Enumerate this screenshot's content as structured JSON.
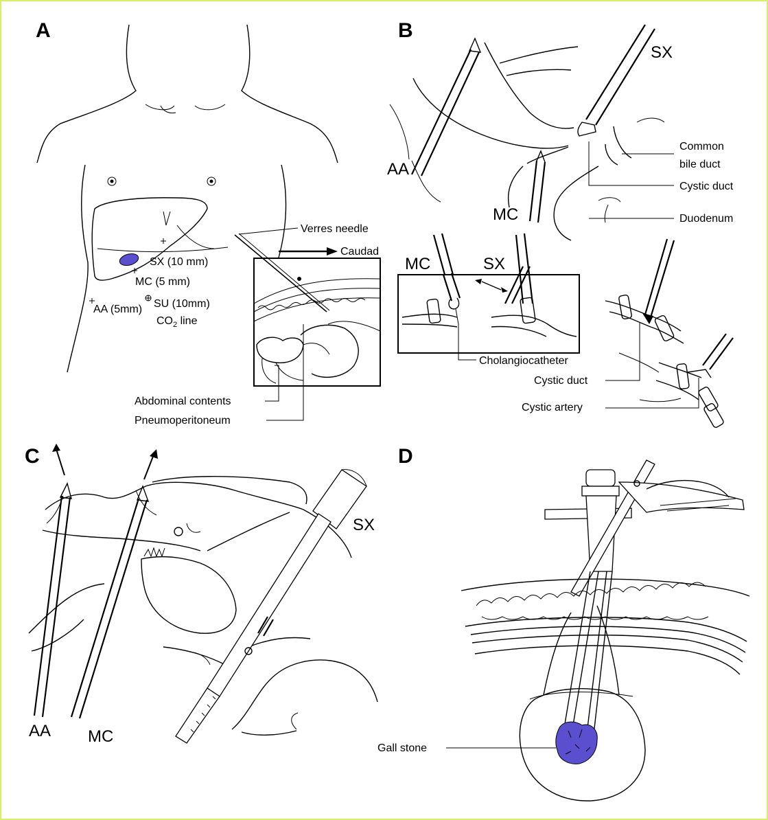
{
  "panels": {
    "a": {
      "letter": "A",
      "ports": {
        "sx": "SX (10 mm)",
        "mc": "MC (5 mm)",
        "aa": "AA (5mm)",
        "su": "SU (10mm)",
        "co2": "CO",
        "co2_sub": "2",
        "co2_line": " line"
      },
      "inset": {
        "verres_needle": "Verres needle",
        "caudad": "Caudad",
        "abdominal_contents": "Abdominal contents",
        "pneumoperitoneum": "Pneumoperitoneum"
      }
    },
    "b": {
      "letter": "B",
      "tools": {
        "sx": "SX",
        "aa": "AA",
        "mc": "MC"
      },
      "labels": {
        "common_bile_duct_1": "Common",
        "common_bile_duct_2": "bile duct",
        "cystic_duct": "Cystic duct",
        "duodenum": "Duodenum"
      },
      "inset": {
        "mc": "MC",
        "sx": "SX",
        "cholangiocatheter": "Cholangiocatheter",
        "cystic_duct": "Cystic duct",
        "cystic_artery": "Cystic artery"
      }
    },
    "c": {
      "letter": "C",
      "tools": {
        "aa": "AA",
        "mc": "MC",
        "sx": "SX"
      }
    },
    "d": {
      "letter": "D",
      "labels": {
        "gall_stone": "Gall stone"
      }
    }
  },
  "colors": {
    "page_border": "#d8ef6a",
    "highlight_blue": "#5a4fcf",
    "line": "#000000",
    "background": "#ffffff"
  }
}
